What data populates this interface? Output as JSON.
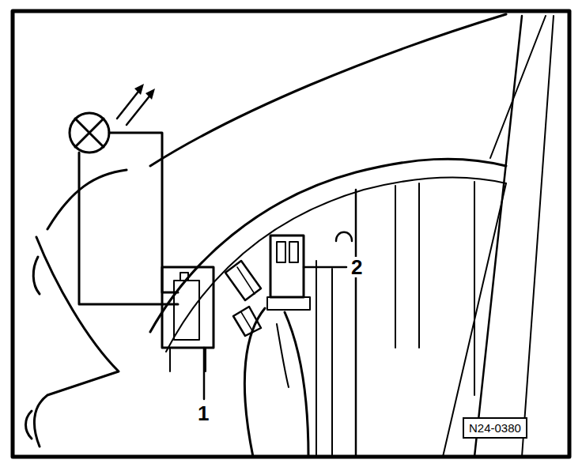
{
  "diagram": {
    "nodes": [
      {
        "text": [
          "N24-0380"
        ]
      }
    ],
    "labels": [
      "1",
      "2"
    ]
  }
}
